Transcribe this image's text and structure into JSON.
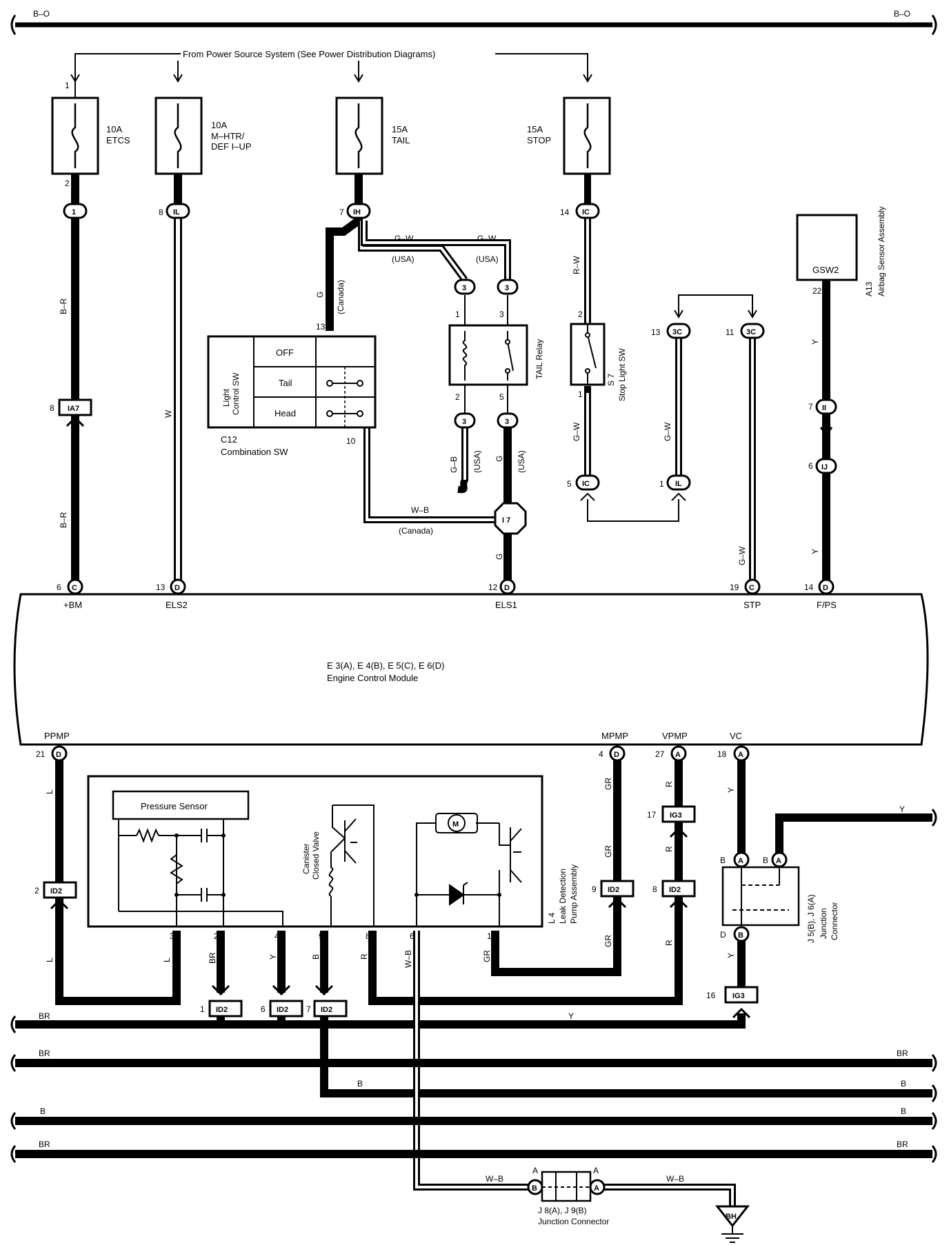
{
  "bus_top": "B–O",
  "power_source_note": "From Power Source System (See Power Distribution Diagrams)",
  "fuses": [
    {
      "rating": "10A",
      "name": "ETCS",
      "pin_in": "1",
      "pin_out": "2"
    },
    {
      "rating": "10A",
      "name": "M–HTR/\nDEF I–UP"
    },
    {
      "rating": "15A",
      "name": "TAIL"
    },
    {
      "rating": "15A",
      "name": "STOP"
    }
  ],
  "connectors": {
    "etcs_out": {
      "pin": "",
      "id": "1"
    },
    "il_a": {
      "pin": "8",
      "id": "IL"
    },
    "ih": {
      "pin": "7",
      "id": "IH"
    },
    "ic_a": {
      "pin": "14",
      "id": "IC"
    },
    "ia7": {
      "pin": "8",
      "id": "IA7"
    },
    "relay_in_1": "3",
    "relay_in_3": "3",
    "relay_out_2": "3",
    "relay_out_5": "3",
    "c3_a": {
      "pin": "13",
      "id": "3C"
    },
    "c3_b": {
      "pin": "11",
      "id": "3C"
    },
    "ic_b": {
      "pin": "5",
      "id": "IC"
    },
    "il_b": {
      "pin": "1",
      "id": "IL"
    },
    "ii": {
      "pin": "7",
      "id": "II"
    },
    "ij": {
      "pin": "6",
      "id": "IJ"
    },
    "i7": "I 7",
    "bh": "BH"
  },
  "wires": {
    "b_r": "B–R",
    "w": "W",
    "g": "G",
    "canada": "(Canada)",
    "g_w": "G–W",
    "usa": "(USA)",
    "r_w": "R–W",
    "g_b": "G–B",
    "y": "Y",
    "w_b": "W–B",
    "l": "L",
    "br": "BR",
    "gr": "GR",
    "r": "R",
    "b": "B"
  },
  "combination_switch": {
    "title": "Light\nControl SW",
    "positions": [
      "OFF",
      "Tail",
      "Head"
    ],
    "pin_top": "13",
    "pin_bottom": "10",
    "ref": "C12",
    "name": "Combination SW"
  },
  "tail_relay": {
    "name": "TAIL Relay",
    "pins": [
      "1",
      "3",
      "2",
      "5"
    ]
  },
  "stop_light_switch": {
    "ref": "S 7",
    "name": "Stop Light SW",
    "pin_top": "2",
    "pin_bottom": "1"
  },
  "airbag_sensor": {
    "terminal": "GSW2",
    "pin": "22",
    "ref": "A13",
    "name": "Airbag Sensor Assembly"
  },
  "ecm": {
    "refs": "E 3(A), E 4(B), E 5(C), E 6(D)",
    "name": "Engine Control Module",
    "top_terminals": [
      {
        "pin": "6",
        "conn": "C",
        "name": "+BM"
      },
      {
        "pin": "13",
        "conn": "D",
        "name": "ELS2"
      },
      {
        "pin": "12",
        "conn": "D",
        "name": "ELS1"
      },
      {
        "pin": "19",
        "conn": "C",
        "name": "STP"
      },
      {
        "pin": "14",
        "conn": "D",
        "name": "F/PS"
      }
    ],
    "bottom_terminals": [
      {
        "pin": "21",
        "conn": "D",
        "name": "PPMP"
      },
      {
        "pin": "4",
        "conn": "D",
        "name": "MPMP"
      },
      {
        "pin": "27",
        "conn": "A",
        "name": "VPMP"
      },
      {
        "pin": "18",
        "conn": "A",
        "name": "VC"
      }
    ]
  },
  "pump_assembly": {
    "ref": "L 4",
    "name": "Leak Detection\nPump Assembly",
    "pressure_sensor": "Pressure Sensor",
    "canister_valve": "Canister\nClosed Valve",
    "motor": "M",
    "pins": [
      "3",
      "2",
      "4",
      "9",
      "8",
      "6",
      "1"
    ]
  },
  "id2": {
    "id": "ID2",
    "pins": {
      "ppmp": "2",
      "mpmp": "9",
      "vpmp": "8",
      "br": "1",
      "y": "6",
      "b": "7"
    }
  },
  "ig3": {
    "id": "IG3",
    "pins": {
      "top": "17",
      "bottom": "16"
    }
  },
  "junction_connector_j5": {
    "ref": "J 5(B), J 6(A)",
    "name": "Junction\nConnector",
    "labels": [
      "B",
      "A",
      "B",
      "A",
      "D",
      "B"
    ]
  },
  "junction_connector_j8": {
    "ref": "J 8(A), J 9(B)",
    "name": "Junction Connector",
    "labels": [
      "A",
      "A",
      "B",
      "A"
    ]
  },
  "buses_bottom": [
    {
      "left": "BR",
      "right": ""
    },
    {
      "left": "BR",
      "right": "BR"
    },
    {
      "left": "",
      "right": "B"
    },
    {
      "left": "B",
      "right": "B"
    },
    {
      "left": "BR",
      "right": "BR"
    }
  ]
}
